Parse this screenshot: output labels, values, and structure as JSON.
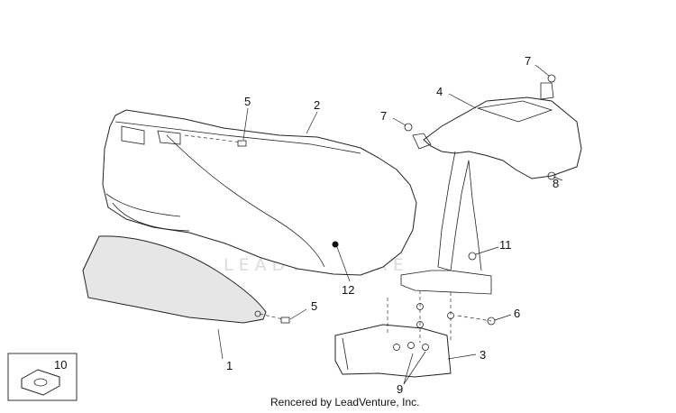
{
  "diagram": {
    "callouts": [
      {
        "id": "1",
        "text": "1"
      },
      {
        "id": "2",
        "text": "2"
      },
      {
        "id": "3",
        "text": "3"
      },
      {
        "id": "4",
        "text": "4"
      },
      {
        "id": "5a",
        "text": "5"
      },
      {
        "id": "5b",
        "text": "5"
      },
      {
        "id": "6",
        "text": "6"
      },
      {
        "id": "7a",
        "text": "7"
      },
      {
        "id": "7b",
        "text": "7"
      },
      {
        "id": "8",
        "text": "8"
      },
      {
        "id": "9",
        "text": "9"
      },
      {
        "id": "10",
        "text": "10"
      },
      {
        "id": "11",
        "text": "11"
      },
      {
        "id": "12",
        "text": "12"
      }
    ],
    "watermark": "LEADVENTURE",
    "footer": "Rencered by LeadVenture, Inc."
  }
}
